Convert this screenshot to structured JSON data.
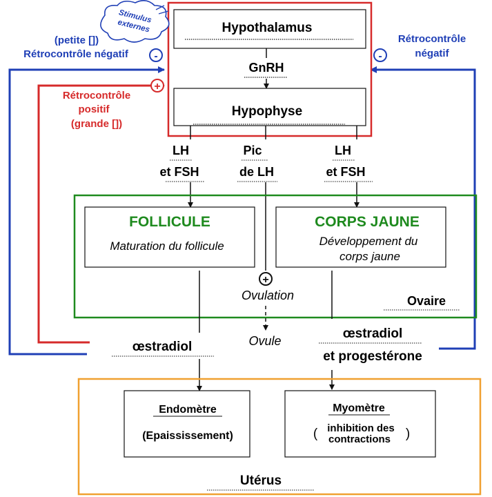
{
  "colors": {
    "red": "#d62a2a",
    "blue": "#1f3fb6",
    "green": "#1e8a1e",
    "orange": "#f0a030",
    "black": "#111111",
    "dots": "#444444"
  },
  "stimulus": {
    "line1": "Stimulus",
    "line2": "externes"
  },
  "hypothalamus": "Hypothalamus",
  "gnrh": "GnRH",
  "hypophyse": "Hypophyse",
  "left_feedback": {
    "blue_line1": "(petite [])",
    "blue_line2": "Rétrocontrôle négatif",
    "red_line1": "Rétrocontrôle",
    "red_line2": "positif",
    "red_line3": "(grande [])"
  },
  "right_feedback": {
    "line1": "Rétrocontrôle",
    "line2": "négatif"
  },
  "signs": {
    "minus": "-",
    "plus": "+"
  },
  "hormones": {
    "left_line1": "LH",
    "left_line2": "et FSH",
    "center_line1": "Pic",
    "center_line2": "de LH",
    "right_line1": "LH",
    "right_line2": "et FSH"
  },
  "follicule": {
    "title": "FOLLICULE",
    "desc": "Maturation du follicule"
  },
  "corps_jaune": {
    "title": "CORPS JAUNE",
    "desc_line1": "Développement du",
    "desc_line2": "corps jaune"
  },
  "ovulation": "Ovulation",
  "ovaire": "Ovaire",
  "ovule": "Ovule",
  "oestradiol": "œstradiol",
  "oestradiol_prog": {
    "line1": "œstradiol",
    "line2": "et progestérone"
  },
  "endometre": {
    "title": "Endomètre",
    "desc": "(Epaississement)"
  },
  "myometre": {
    "title": "Myomètre",
    "desc_line1": "inhibition des",
    "desc_line2": "contractions",
    "open_paren": "(",
    "close_paren": ")"
  },
  "uterus": "Utérus"
}
